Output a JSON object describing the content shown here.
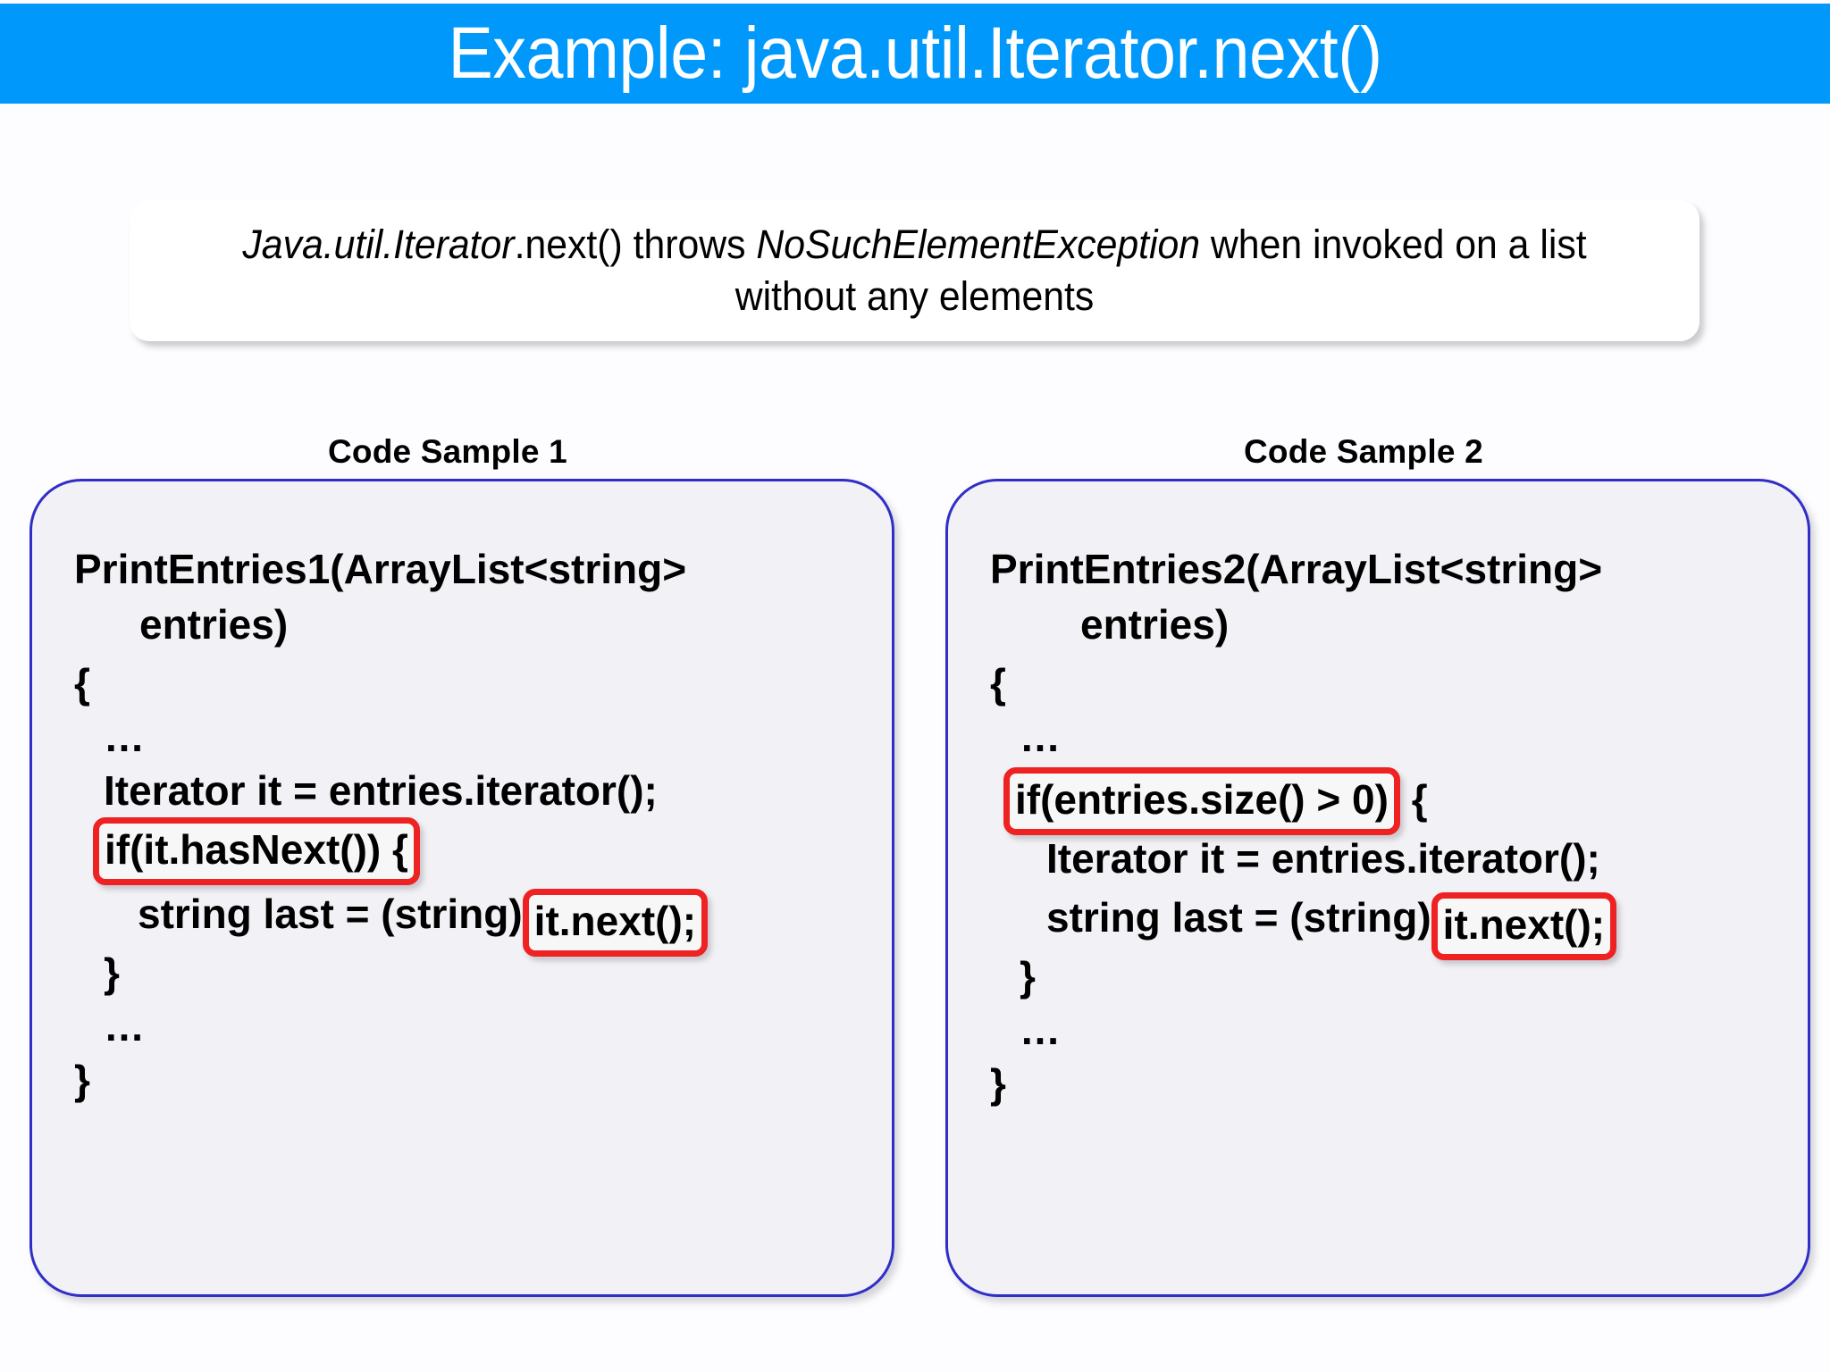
{
  "slide": {
    "title": "Example: java.util.Iterator.next()",
    "banner_color": "#0098fb",
    "panel_border_color": "#2f2fc8",
    "panel_fill_color": "#f2f1f5",
    "highlight_color": "#ee2222"
  },
  "statement": {
    "part1_italic": "Java.util.Iterator",
    "part2_plain": ".next() throws ",
    "part3_italic": "NoSuchElementException",
    "part4_plain": " when invoked on a list without any elements",
    "full_text": "Java.util.Iterator.next() throws NoSuchElementException when invoked on a list without any elements"
  },
  "code_samples": [
    {
      "heading": "Code Sample 1",
      "lines": [
        {
          "text": "PrintEntries1(ArrayList<string>",
          "highlight": false
        },
        {
          "text": "entries)",
          "highlight": false
        },
        {
          "text": "{",
          "highlight": false
        },
        {
          "text": "…",
          "highlight": false
        },
        {
          "text": "Iterator it = entries.iterator();",
          "highlight": false
        },
        {
          "text": "if(it.hasNext()) {",
          "highlight": true
        },
        {
          "text": "string last = (string)",
          "highlight_suffix": "it.next();",
          "highlight": "partial"
        },
        {
          "text": "}",
          "highlight": false
        },
        {
          "text": "…",
          "highlight": false
        },
        {
          "text": "}",
          "highlight": false
        }
      ]
    },
    {
      "heading": "Code Sample 2",
      "lines": [
        {
          "text": "PrintEntries2(ArrayList<string>",
          "highlight": false
        },
        {
          "text": "entries)",
          "highlight": false
        },
        {
          "text": "{",
          "highlight": false
        },
        {
          "text": "…",
          "highlight": false
        },
        {
          "text": "if(entries.size() > 0)",
          "trailing": " {",
          "highlight": true
        },
        {
          "text": "Iterator it = entries.iterator();",
          "highlight": false
        },
        {
          "text": "string last = (string)",
          "highlight_suffix": "it.next();",
          "highlight": "partial"
        },
        {
          "text": "}",
          "highlight": false
        },
        {
          "text": "…",
          "highlight": false
        },
        {
          "text": "}",
          "highlight": false
        }
      ]
    }
  ]
}
